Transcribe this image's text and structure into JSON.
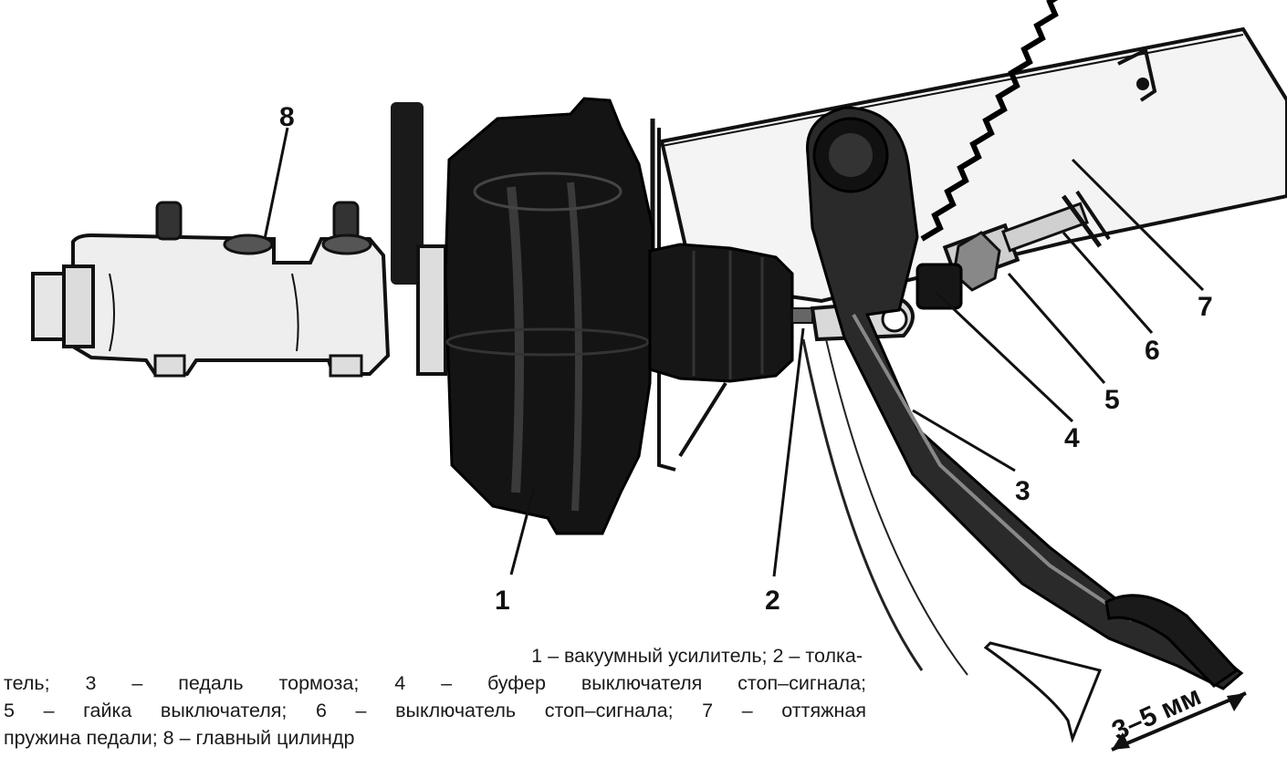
{
  "callouts": [
    "1",
    "2",
    "3",
    "4",
    "5",
    "6",
    "7",
    "8"
  ],
  "dimension": "3–5 мм",
  "caption": {
    "line1": "1 – вакуумный усилитель; 2 – толка-",
    "line2": "тель; 3 – педаль тормоза; 4 – буфер выключателя стоп–сигнала;",
    "line3": "5 – гайка выключателя; 6 – выключатель стоп–сигнала; 7 – оттяжная",
    "line4": "пружина педали; 8 – главный цилиндр"
  }
}
